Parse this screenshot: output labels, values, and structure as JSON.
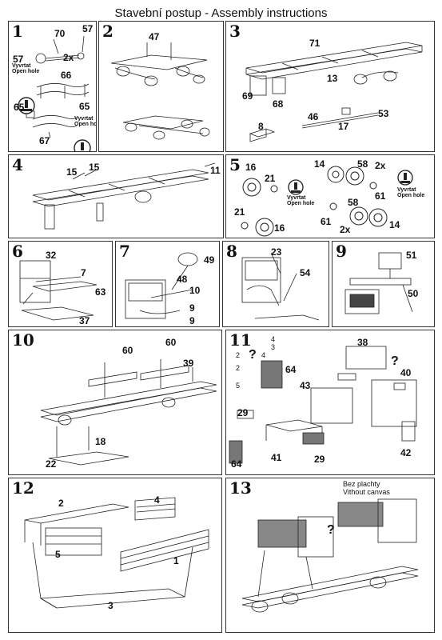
{
  "title": "Stavební postup - Assembly instructions",
  "drill": {
    "cz": "Vyvrtat",
    "en": "Open hole"
  },
  "no_canvas": {
    "cz": "Bez plachty",
    "en": "Vithout canvas"
  },
  "steps": {
    "s1": {
      "num": "1",
      "labels": [
        "57",
        "70",
        "57",
        "2x",
        "66",
        "65",
        "65",
        "67"
      ]
    },
    "s2": {
      "num": "2",
      "labels": [
        "47"
      ]
    },
    "s3": {
      "num": "3",
      "labels": [
        "71",
        "13",
        "69",
        "68",
        "46",
        "53",
        "17",
        "8"
      ]
    },
    "s4": {
      "num": "4",
      "labels": [
        "15",
        "15",
        "11"
      ]
    },
    "s5": {
      "num": "5",
      "labels": [
        "16",
        "21",
        "14",
        "58",
        "2x",
        "61",
        "21",
        "16",
        "61",
        "58",
        "2x",
        "14"
      ]
    },
    "s6": {
      "num": "6",
      "labels": [
        "32",
        "7",
        "63",
        "37"
      ]
    },
    "s7": {
      "num": "7",
      "labels": [
        "49",
        "48",
        "10",
        "9",
        "9"
      ]
    },
    "s8": {
      "num": "8",
      "labels": [
        "23",
        "54"
      ]
    },
    "s9": {
      "num": "9",
      "labels": [
        "51",
        "50"
      ]
    },
    "s10": {
      "num": "10",
      "labels": [
        "60",
        "60",
        "39",
        "18",
        "22"
      ]
    },
    "s11": {
      "num": "11",
      "labels": [
        "38",
        "64",
        "40",
        "43",
        "29",
        "41",
        "29",
        "42",
        "64"
      ],
      "small": [
        "4",
        "3",
        "2",
        "4",
        "2",
        "5"
      ],
      "question": "?"
    },
    "s12": {
      "num": "12",
      "labels": [
        "2",
        "4",
        "5",
        "1",
        "3"
      ]
    },
    "s13": {
      "num": "13",
      "question": "?"
    }
  }
}
